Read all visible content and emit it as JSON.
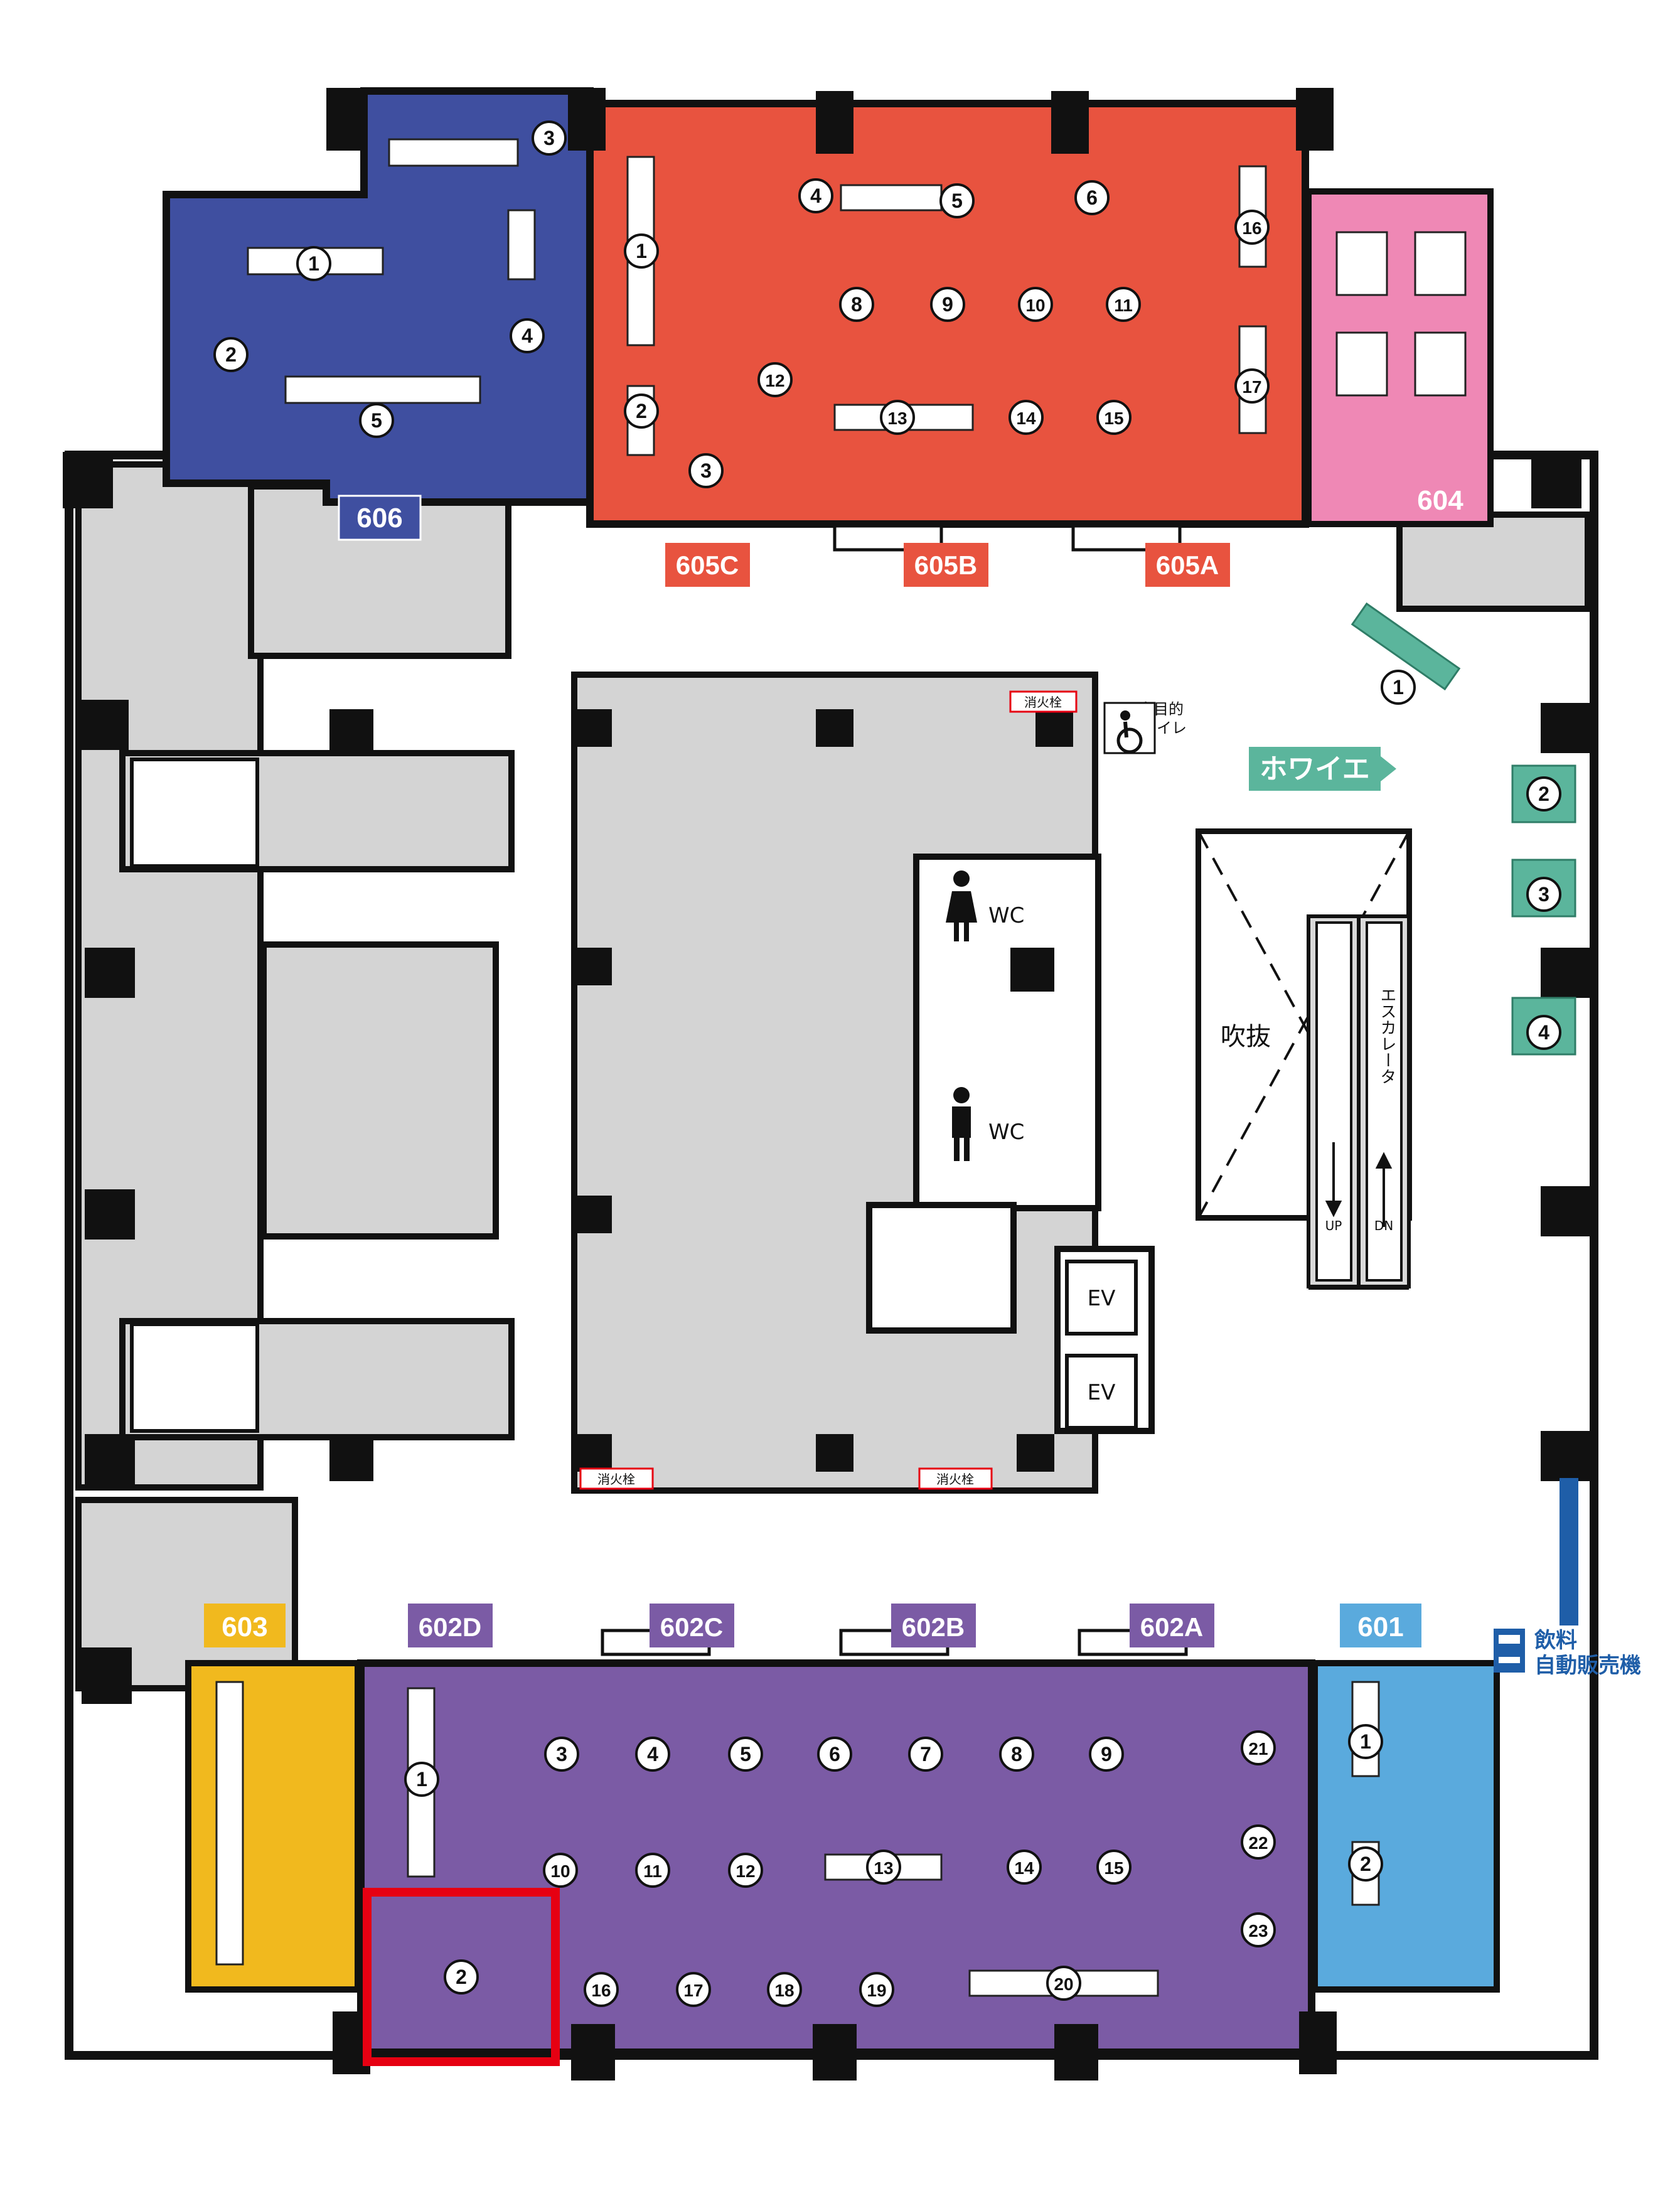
{
  "colors": {
    "room606": "#3f4fa0",
    "room605": "#e8533f",
    "room604": "#ef88b5",
    "room603": "#f1b91e",
    "room602": "#7b5ba5",
    "room601": "#5aaadd",
    "foyer": "#5bb59c",
    "service": "#d4d4d4",
    "highlight": "#e60012"
  },
  "rooms": {
    "r606": {
      "label": "606"
    },
    "r605c": {
      "label": "605C"
    },
    "r605b": {
      "label": "605B"
    },
    "r605a": {
      "label": "605A"
    },
    "r604": {
      "label": "604"
    },
    "r603": {
      "label": "603"
    },
    "r602d": {
      "label": "602D"
    },
    "r602c": {
      "label": "602C"
    },
    "r602b": {
      "label": "602B"
    },
    "r602a": {
      "label": "602A"
    },
    "r601": {
      "label": "601"
    }
  },
  "foyer": {
    "label": "ホワイエ"
  },
  "facilities": {
    "multipurpose_toilet_line1": "多目的",
    "multipurpose_toilet_line2": "トイレ",
    "wc_women": "WC",
    "wc_men": "WC",
    "hydrant_top": "消火栓",
    "hydrant_bottom_left": "消火栓",
    "hydrant_bottom_right": "消火栓",
    "ev_upper": "EV",
    "ev_lower": "EV",
    "atrium": "吹抜",
    "escalator": "エスカレータ",
    "up": "UP",
    "dn": "DN",
    "vending_line1": "飲料",
    "vending_line2": "自動販売機"
  },
  "table_numbers": {
    "r606": [
      "1",
      "2",
      "3",
      "4",
      "5"
    ],
    "r605": [
      "1",
      "2",
      "3",
      "4",
      "5",
      "6",
      "8",
      "9",
      "10",
      "11",
      "12",
      "13",
      "14",
      "15",
      "16",
      "17"
    ],
    "foyer": [
      "1",
      "2",
      "3",
      "4"
    ],
    "r602": [
      "1",
      "2",
      "3",
      "4",
      "5",
      "6",
      "7",
      "8",
      "9",
      "10",
      "11",
      "12",
      "13",
      "14",
      "15",
      "16",
      "17",
      "18",
      "19",
      "20",
      "21",
      "22",
      "23"
    ],
    "r601": [
      "1",
      "2"
    ]
  }
}
